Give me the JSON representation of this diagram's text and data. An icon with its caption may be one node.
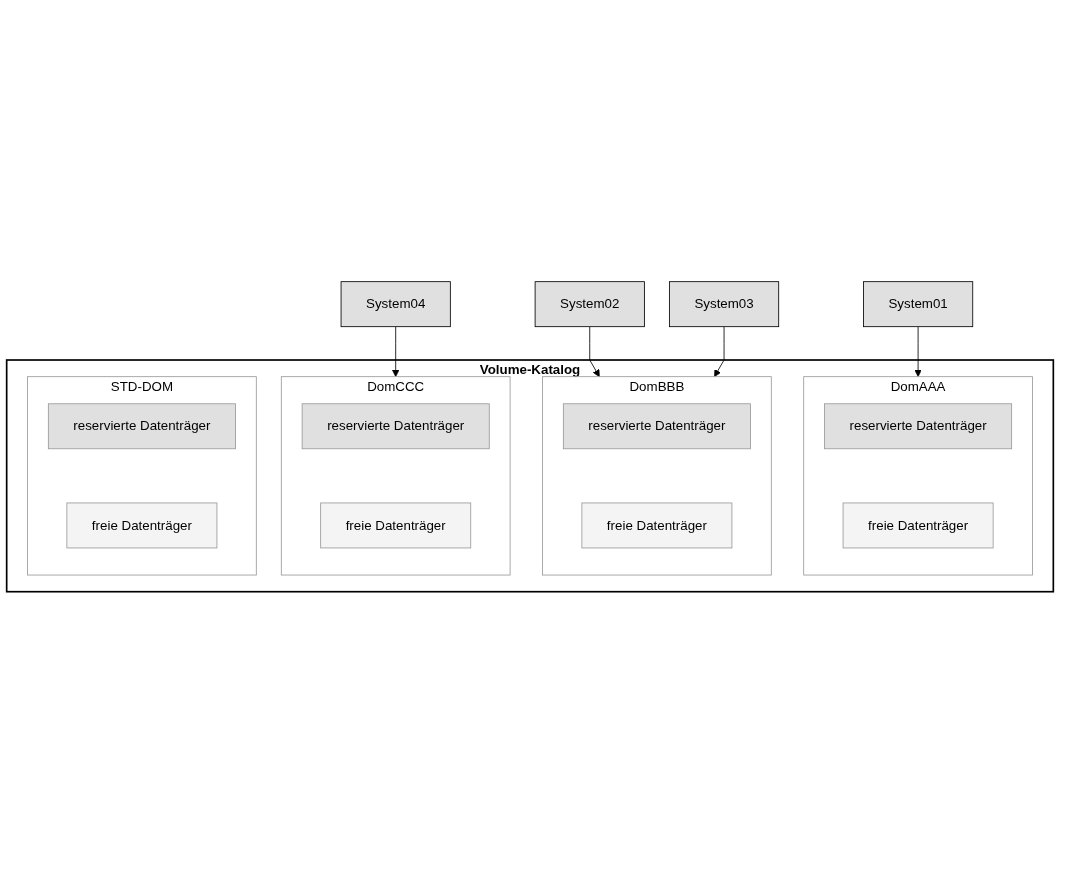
{
  "diagram": {
    "nodes": [
      {
        "text": [
          "System01"
        ]
      },
      {
        "text": [
          "System02"
        ]
      },
      {
        "text": [
          "System03"
        ]
      },
      {
        "text": [
          "System04"
        ]
      },
      {
        "text": [
          "Volume-Katalog"
        ]
      },
      {
        "text": [
          "DomAAA"
        ],
        "in": 4
      },
      {
        "text": [
          "reservierte Datenträger"
        ],
        "in": 5
      },
      {
        "text": [
          "freie Datenträger"
        ],
        "in": 5
      },
      {
        "text": [
          "DomBBB"
        ],
        "in": 4
      },
      {
        "text": [
          "reservierte Datenträger"
        ],
        "in": 8
      },
      {
        "text": [
          "freie Datenträger"
        ],
        "in": 8
      },
      {
        "text": [
          "DomCCC"
        ],
        "in": 4
      },
      {
        "text": [
          "reservierte Datenträger"
        ],
        "in": 11
      },
      {
        "text": [
          "freie Datenträger"
        ],
        "in": 11
      },
      {
        "text": [
          "STD-DOM"
        ],
        "in": 4
      },
      {
        "text": [
          "reservierte Datenträger"
        ],
        "in": 14
      },
      {
        "text": [
          "freie Datenträger"
        ],
        "in": 14
      }
    ],
    "edges": [
      {
        "from": 0,
        "to": 5,
        "arrow": "to"
      },
      {
        "from": 1,
        "to": 8,
        "arrow": "to"
      },
      {
        "from": 2,
        "to": 8,
        "arrow": "to"
      },
      {
        "from": 3,
        "to": 11,
        "arrow": "to"
      }
    ]
  }
}
